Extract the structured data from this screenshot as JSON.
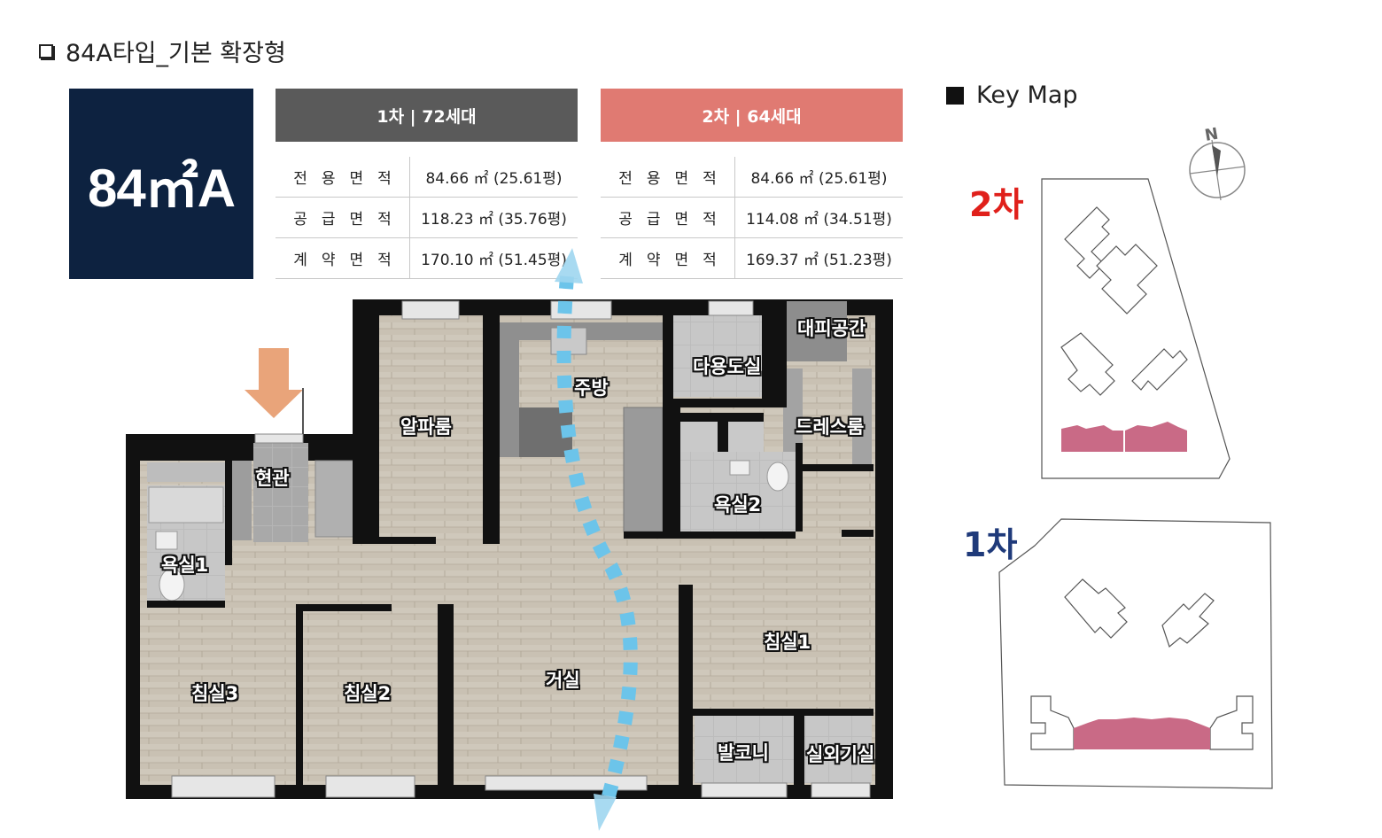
{
  "heading": "84A타입_기본 확장형",
  "unit_type": "84㎡A",
  "phase1_table": {
    "header": "1차 | 72세대",
    "rows": [
      {
        "label": "전용면적",
        "value": "84.66 ㎡ (25.61평)"
      },
      {
        "label": "공급면적",
        "value": "118.23 ㎡ (35.76평)"
      },
      {
        "label": "계약면적",
        "value": "170.10 ㎡ (51.45평)"
      }
    ]
  },
  "phase2_table": {
    "header": "2차 | 64세대",
    "rows": [
      {
        "label": "전용면적",
        "value": "84.66 ㎡ (25.61평)"
      },
      {
        "label": "공급면적",
        "value": "114.08 ㎡ (34.51평)"
      },
      {
        "label": "계약면적",
        "value": "169.37 ㎡ (51.23평)"
      }
    ]
  },
  "keymap": {
    "title": "Key Map",
    "north_label": "N",
    "phase2_label": "2차",
    "phase1_label": "1차",
    "highlight_color": "#c96a86"
  },
  "rooms": {
    "entrance": "현관",
    "alpha_room": "알파룸",
    "kitchen": "주방",
    "utility": "다용도실",
    "refuge": "대피공간",
    "dressroom": "드레스룸",
    "bath2": "욕실2",
    "bath1": "욕실1",
    "bedroom1": "침실1",
    "bedroom2": "침실2",
    "bedroom3": "침실3",
    "living": "거실",
    "balcony": "발코니",
    "ac_room": "실외기실"
  },
  "colors": {
    "badge": "#0d2240",
    "phase1_header": "#5a5a5a",
    "phase2_header": "#e07a72",
    "entrance_arrow": "#e9a47a",
    "ventilation_arrow": "#6cc4ea"
  }
}
